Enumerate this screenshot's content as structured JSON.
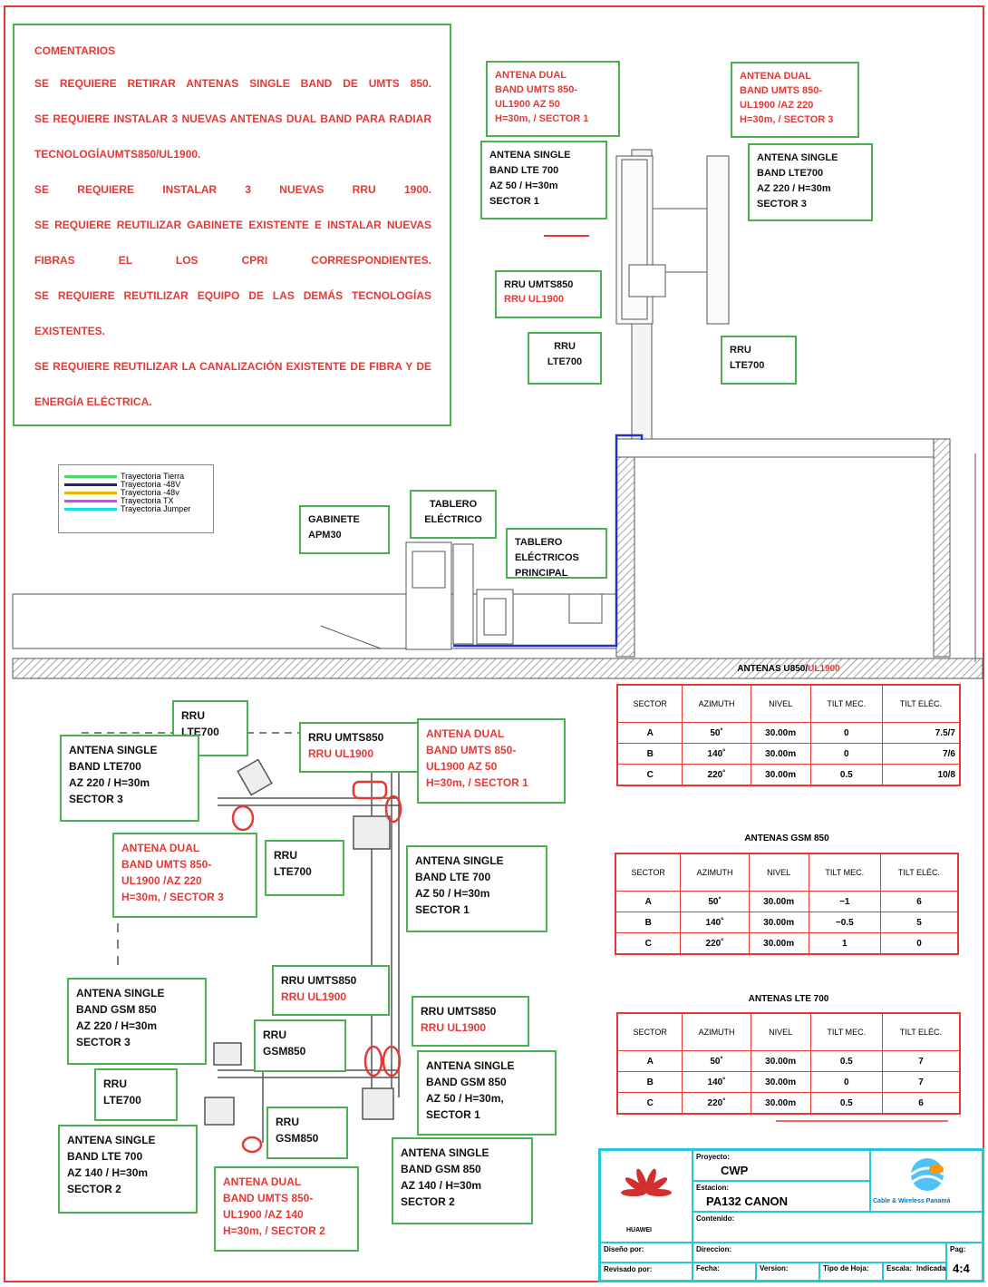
{
  "comments": {
    "heading": "COMENTARIOS",
    "lines": [
      "SE REQUIERE RETIRAR ANTENAS SINGLE BAND DE UMTS 850.",
      "SE REQUIERE INSTALAR 3 NUEVAS ANTENAS DUAL BAND PARA RADIAR",
      "TECNOLOGÍAUMTS850/UL1900.",
      "SE REQUIERE INSTALAR 3 NUEVAS RRU 1900.",
      "SE REQUIERE REUTILIZAR GABINETE EXISTENTE E INSTALAR NUEVAS",
      "FIBRAS EL LOS CPRI CORRESPONDIENTES.",
      "SE REQUIERE REUTILIZAR EQUIPO DE LAS DEMÁS TECNOLOGÍAS",
      "EXISTENTES.",
      "SE REQUIERE REUTILIZAR LA CANALIZACIÓN EXISTENTE DE FIBRA Y DE",
      "ENERGÍA ELÉCTRICA."
    ]
  },
  "elevation": {
    "dual_s1": [
      "ANTENA DUAL",
      "BAND UMTS 850-",
      "UL1900 AZ 50",
      "H=30m, / SECTOR 1"
    ],
    "dual_s3": [
      "ANTENA DUAL",
      "BAND UMTS 850-",
      "UL1900 /AZ 220",
      "H=30m, / SECTOR 3"
    ],
    "single_lte_s1": [
      "ANTENA SINGLE",
      "BAND LTE 700",
      "AZ 50 / H=30m",
      "SECTOR 1"
    ],
    "single_lte_s3": [
      "ANTENA SINGLE",
      "BAND LTE700",
      "AZ 220 / H=30m",
      "SECTOR 3"
    ],
    "rru_umts": [
      "RRU UMTS850",
      "RRU UL1900"
    ],
    "rru_lte_left": [
      "RRU",
      "LTE700"
    ],
    "rru_lte_right": [
      "RRU",
      "LTE700"
    ],
    "gabinete": [
      "GABINETE",
      "APM30"
    ],
    "tablero": [
      "TABLERO",
      "ELÉCTRICO"
    ],
    "tablero_principal": [
      "TABLERO",
      "ELÉCTRICOS",
      "PRINCIPAL"
    ]
  },
  "legend": [
    {
      "label": "Trayectoria  Tierra",
      "color": "#4cd964"
    },
    {
      "label": "Trayectoria  -48V",
      "color": "#1a237e"
    },
    {
      "label": "Trayectoria  -48v",
      "color": "#e6b800"
    },
    {
      "label": "Trayectoria  TX",
      "color": "#e040fb"
    },
    {
      "label": "Trayectoria  Jumper",
      "color": "#18e0e0"
    }
  ],
  "plan": {
    "rru_lte_top": [
      "RRU",
      "LTE700"
    ],
    "rru_umts_top": [
      "RRU UMTS850",
      "RRU UL1900"
    ],
    "dual_s1": [
      "ANTENA DUAL",
      "BAND UMTS 850-",
      "UL1900 AZ 50",
      "H=30m, / SECTOR 1"
    ],
    "single_lte_s3": [
      "ANTENA SINGLE",
      "BAND LTE700",
      "AZ 220 / H=30m",
      "SECTOR 3"
    ],
    "dual_s3": [
      "ANTENA DUAL",
      "BAND UMTS 850-",
      "UL1900 /AZ 220",
      "H=30m, / SECTOR 3"
    ],
    "rru_lte_mid": [
      "RRU",
      "LTE700"
    ],
    "single_lte_s1": [
      "ANTENA SINGLE",
      "BAND LTE 700",
      "AZ 50 / H=30m",
      "SECTOR 1"
    ],
    "rru_umts_mid": [
      "RRU UMTS850",
      "RRU UL1900"
    ],
    "rru_umts_right": [
      "RRU UMTS850",
      "RRU UL1900"
    ],
    "single_gsm_s3": [
      "ANTENA SINGLE",
      "BAND GSM 850",
      "AZ 220 / H=30m",
      "SECTOR 3"
    ],
    "rru_gsm_mid": [
      "RRU",
      "GSM850"
    ],
    "single_gsm_s1": [
      "ANTENA SINGLE",
      "BAND GSM 850",
      "AZ 50 / H=30m,",
      "SECTOR 1"
    ],
    "rru_lte_bot": [
      "RRU",
      "LTE700"
    ],
    "rru_gsm_bot": [
      "RRU",
      "GSM850"
    ],
    "single_lte_s2": [
      "ANTENA SINGLE",
      "BAND LTE 700",
      "AZ 140 / H=30m",
      "SECTOR 2"
    ],
    "dual_s2": [
      "ANTENA DUAL",
      "BAND UMTS 850-",
      "UL1900 /AZ 140",
      "H=30m, / SECTOR 2"
    ],
    "single_gsm_s2": [
      "ANTENA SINGLE",
      "BAND GSM 850",
      "AZ 140 / H=30m",
      "SECTOR 2"
    ]
  },
  "tables": [
    {
      "title_black": "ANTENAS  U850/",
      "title_red": "UL1900",
      "headers": [
        "SECTOR",
        "AZIMUTH",
        "NIVEL",
        "TILT MEC.",
        "TILT ELÉC."
      ],
      "rows": [
        [
          "A",
          "50˚",
          "30.00m",
          "0",
          "7.5/7"
        ],
        [
          "B",
          "140˚",
          "30.00m",
          "0",
          "7/6"
        ],
        [
          "C",
          "220˚",
          "30.00m",
          "0.5",
          "10/8"
        ]
      ]
    },
    {
      "title_black": "ANTENAS  GSM  850",
      "title_red": "",
      "headers": [
        "SECTOR",
        "AZIMUTH",
        "NIVEL",
        "TILT MEC.",
        "TILT ELÉC."
      ],
      "rows": [
        [
          "A",
          "50˚",
          "30.00m",
          "−1",
          "6"
        ],
        [
          "B",
          "140˚",
          "30.00m",
          "−0.5",
          "5"
        ],
        [
          "C",
          "220˚",
          "30.00m",
          "1",
          "0"
        ]
      ]
    },
    {
      "title_black": "ANTENAS  LTE  700",
      "title_red": "",
      "headers": [
        "SECTOR",
        "AZIMUTH",
        "NIVEL",
        "TILT MEC.",
        "TILT ELÉC."
      ],
      "rows": [
        [
          "A",
          "50˚",
          "30.00m",
          "0.5",
          "7"
        ],
        [
          "B",
          "140˚",
          "30.00m",
          "0",
          "7"
        ],
        [
          "C",
          "220˚",
          "30.00m",
          "0.5",
          "6"
        ]
      ]
    }
  ],
  "titleblock": {
    "logo_text": "HUAWEI",
    "proyecto_label": "Proyecto:",
    "proyecto": "CWP",
    "estacion_label": "Estacion:",
    "estacion": "PA132  CANON",
    "contenido_label": "Contenido:",
    "company": "Cable & Wireless Panamá",
    "disenado_label": "Diseño por:",
    "revisado_label": "Revisado por:",
    "fecha_label": "Fecha:",
    "version_label": "Version:",
    "tipo_label": "Tipo de Hoja:",
    "escala_label": "Escala:",
    "escala": "Indicada",
    "direccion_label": "Direccion:",
    "pag_label": "Pag:",
    "pag": "4:4"
  }
}
